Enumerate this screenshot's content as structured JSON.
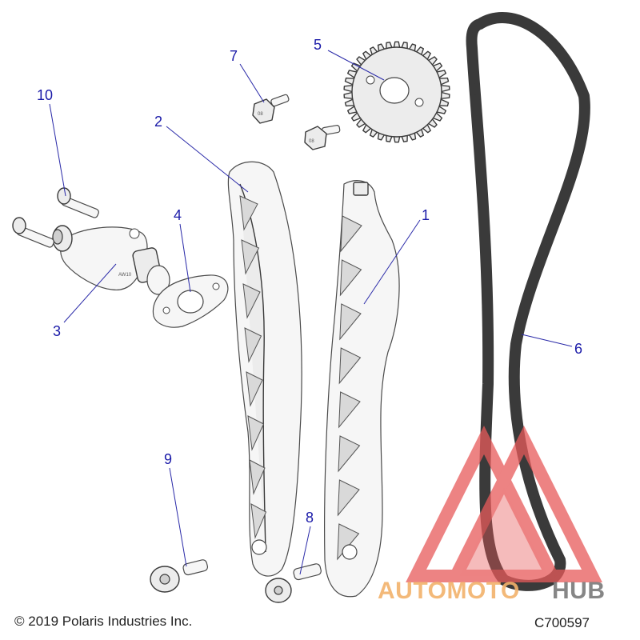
{
  "diagram": {
    "callouts": [
      {
        "id": "1",
        "label": "1"
      },
      {
        "id": "2",
        "label": "2"
      },
      {
        "id": "3",
        "label": "3"
      },
      {
        "id": "4",
        "label": "4"
      },
      {
        "id": "5",
        "label": "5"
      },
      {
        "id": "6",
        "label": "6"
      },
      {
        "id": "7",
        "label": "7"
      },
      {
        "id": "8",
        "label": "8"
      },
      {
        "id": "9",
        "label": "9"
      },
      {
        "id": "10",
        "label": "10"
      }
    ],
    "copyright": "© 2019 Polaris Industries Inc.",
    "figure_code": "C700597"
  },
  "watermark": {
    "brand_part_1": "AUTOMOTO",
    "brand_part_2": "HUB",
    "brand_color": "#f2b26b",
    "brand_color_2": "#7a7a7a",
    "logo_color": "#e85a5a"
  }
}
